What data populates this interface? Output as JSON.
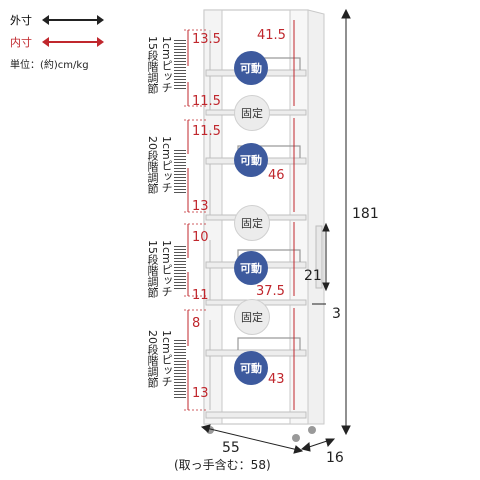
{
  "legend": {
    "outer": "外寸",
    "inner": "内寸",
    "unit": "単位：(約)cm/kg",
    "outer_color": "#222222",
    "inner_color": "#c0272d"
  },
  "pitch_labels": [
    {
      "steps": "15段階調節",
      "pitch": "1cmピッチ"
    },
    {
      "steps": "20段階調節",
      "pitch": "1cmピッチ"
    },
    {
      "steps": "15段階調節",
      "pitch": "1cmピッチ"
    },
    {
      "steps": "20段階調節",
      "pitch": "1cmピッチ"
    }
  ],
  "shelf_badges": {
    "movable": "可動",
    "fixed": "固定",
    "movable_color": "#3d5a9e"
  },
  "dimensions": {
    "inner_left": [
      "13.5",
      "11.5",
      "11.5",
      "13",
      "10",
      "11",
      "8",
      "13"
    ],
    "inner_right": [
      "41.5",
      "46",
      "37.5",
      "43"
    ],
    "height": "181",
    "handle": "21",
    "handle_depth": "3",
    "width": "55",
    "width_note": "(取っ手含む：58)",
    "depth": "16"
  }
}
